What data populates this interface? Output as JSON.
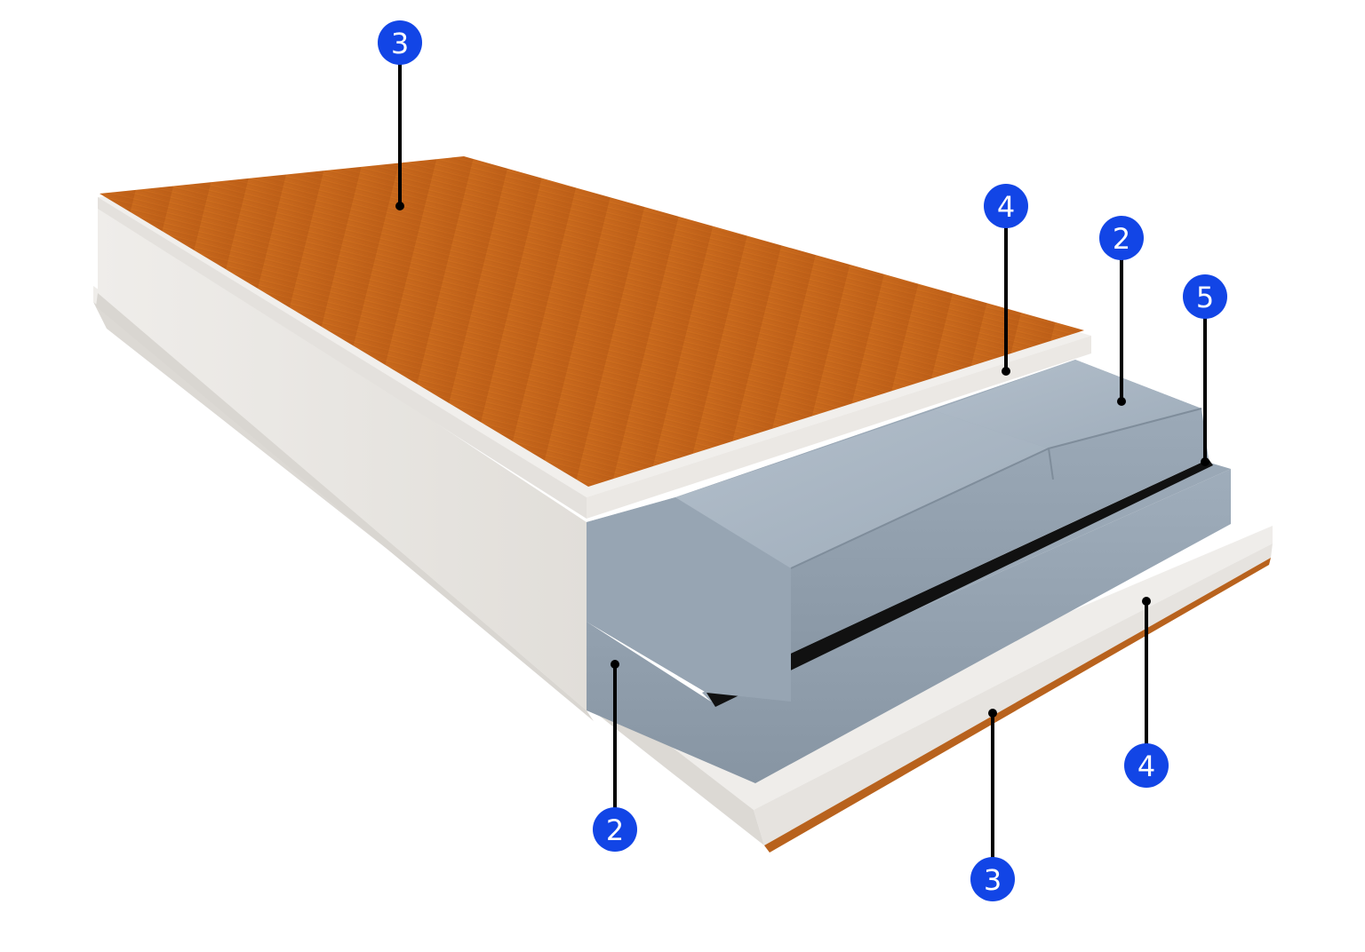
{
  "colors": {
    "badge_fill": "#1245e6",
    "badge_text": "#ffffff",
    "leader_line": "#000000",
    "wood_top": "#c7661b",
    "wood_dark": "#a9530f",
    "white_layer": "#f1efec",
    "white_side": "#e2dfdb",
    "foam_top": "#a9b6c3",
    "foam_side": "#8d9aa7",
    "black_strip": "#111111"
  },
  "callouts": [
    {
      "number": "3"
    },
    {
      "number": "4"
    },
    {
      "number": "2"
    },
    {
      "number": "5"
    },
    {
      "number": "2"
    },
    {
      "number": "4"
    },
    {
      "number": "3"
    }
  ]
}
